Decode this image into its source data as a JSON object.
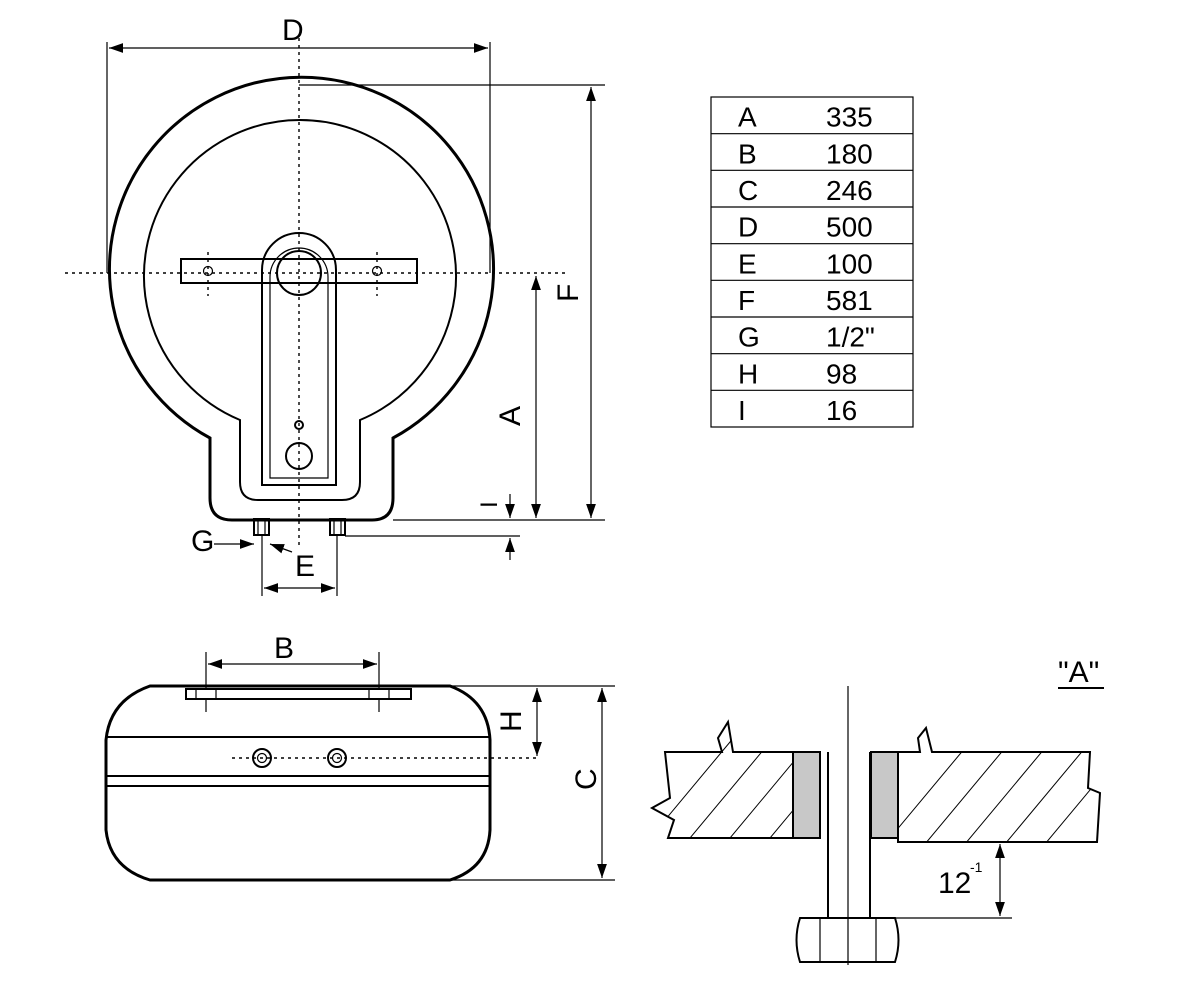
{
  "labels": {
    "D": "D",
    "F": "F",
    "A": "A",
    "I": "I",
    "G": "G",
    "E": "E",
    "B": "B",
    "H": "H",
    "C": "C",
    "detail_title": "\"A\"",
    "gap_value": "12",
    "gap_exponent": "-1"
  },
  "dimension_table": {
    "rows": [
      {
        "key": "A",
        "value": "335"
      },
      {
        "key": "B",
        "value": "180"
      },
      {
        "key": "C",
        "value": "246"
      },
      {
        "key": "D",
        "value": "500"
      },
      {
        "key": "E",
        "value": "100"
      },
      {
        "key": "F",
        "value": "581"
      },
      {
        "key": "G",
        "value": "1/2\""
      },
      {
        "key": "H",
        "value": "98"
      },
      {
        "key": "I",
        "value": "16"
      }
    ]
  },
  "colors": {
    "line": "#000000",
    "background": "#ffffff",
    "seal": "#c8c8c8"
  }
}
